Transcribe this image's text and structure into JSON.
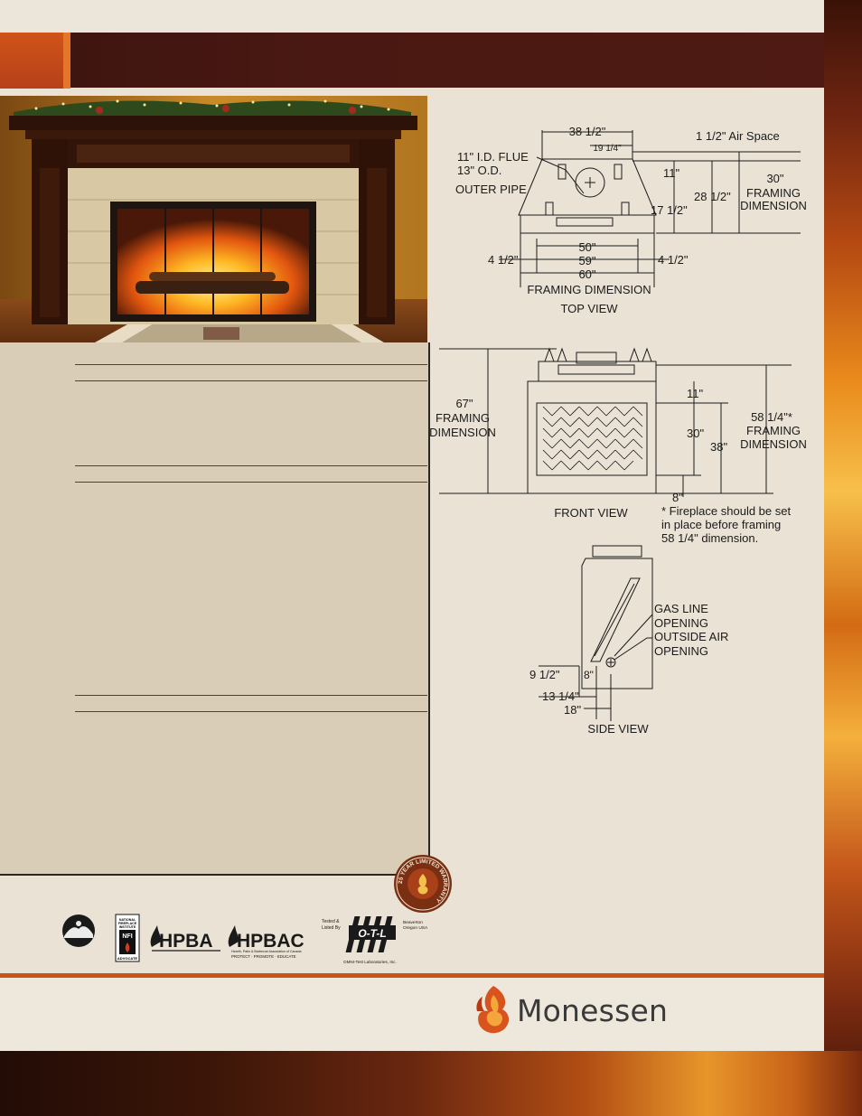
{
  "brand": {
    "name": "Monessen"
  },
  "seal": {
    "text": "25 YEAR LIMITED WARRANTY"
  },
  "diagram": {
    "top_view": {
      "caption": "TOP VIEW",
      "dim_width_top": "38 1/2\"",
      "dim_half": "19 1/4\"",
      "air_space": "1 1/2\" Air Space",
      "flue_id": "11\" I.D. FLUE",
      "flue_od": "13\" O.D.",
      "outer_pipe": "OUTER PIPE",
      "dim_11": "11\"",
      "dim_28_5": "28 1/2\"",
      "dim_17_5": "17 1/2\"",
      "dim_30": "30\"",
      "framing": "FRAMING",
      "dimension": "DIMENSION",
      "dim_50": "50\"",
      "dim_59": "59\"",
      "dim_60": "60\"",
      "dim_4_5_left": "4 1/2\"",
      "dim_4_5_right": "4 1/2\"",
      "framing_dimension": "FRAMING DIMENSION"
    },
    "front_view": {
      "caption": "FRONT VIEW",
      "dim_67": "67\"",
      "framing": "FRAMING",
      "dimension": "DIMENSION",
      "dim_11": "11\"",
      "dim_30": "30\"",
      "dim_38": "38\"",
      "dim_58": "58 1/4\"*",
      "framing_r": "FRAMING",
      "dimension_r": "DIMENSION",
      "dim_8": "8\"",
      "note_1": "* Fireplace should be set",
      "note_2": "in place before framing",
      "note_3": "58 1/4\" dimension."
    },
    "side_view": {
      "caption": "SIDE VIEW",
      "gas_line_1": "GAS LINE",
      "gas_line_2": "OPENING",
      "outside_air_1": "OUTSIDE AIR",
      "outside_air_2": "OPENING",
      "dim_9_5": "9 1/2\"",
      "dim_8": "8\"",
      "dim_13_25": "13 1/4\"",
      "dim_18": "18\""
    }
  },
  "logos": {
    "hpba": "HPBA",
    "hpbac": "HPBAC",
    "hpbac_sub": "Hearth, Patio & Barbecue Association of Canada",
    "hpbac_tag": "PROTECT · PROMOTE · EDUCATE",
    "nfi_1": "NATIONAL",
    "nfi_2": "FIREPLACE",
    "nfi_3": "INSTITUTE",
    "nfi_mark": "NFI",
    "nfi_4": "ADVOCATE",
    "otl_tested_1": "Tested &",
    "otl_tested_2": "Listed By",
    "otl_mark": "O-T-L",
    "otl_loc_1": "Beaverton",
    "otl_loc_2": "Oregon USA",
    "otl_name": "OMNI-Test Laboratories, Inc."
  },
  "colors": {
    "header": "#4a1812",
    "accent": "#c8541c",
    "panel": "#d9cdb7",
    "page": "#e9e2d5"
  }
}
